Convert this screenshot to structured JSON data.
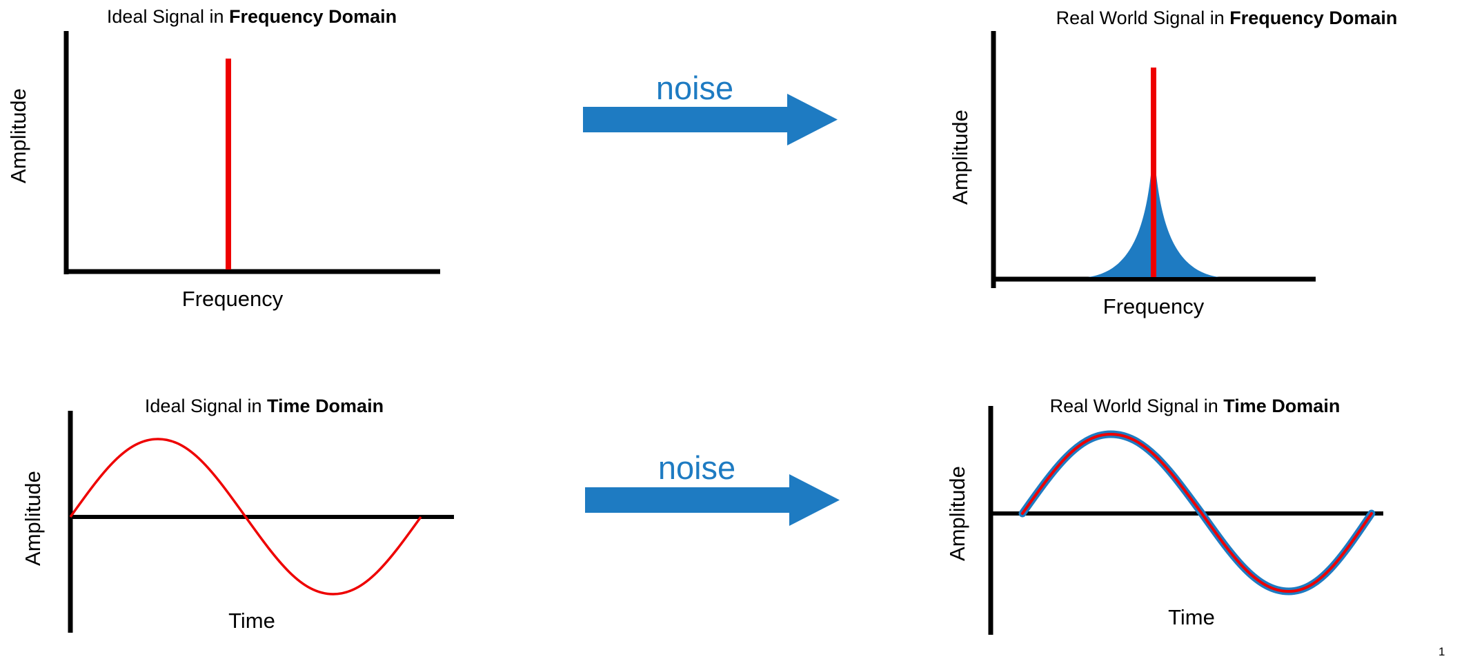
{
  "slide": {
    "page_number": "1",
    "colors": {
      "signal_red": "#EE0000",
      "noise_blue": "#1E7BC2",
      "axis_black": "#000000",
      "background": "#FFFFFF"
    }
  },
  "panels": {
    "ideal_frequency": {
      "title_prefix": "Ideal Signal in ",
      "title_bold": "Frequency Domain",
      "y_axis_label": "Amplitude",
      "x_axis_label": "Frequency"
    },
    "real_frequency": {
      "title_prefix": "Real World Signal in ",
      "title_bold": "Frequency Domain",
      "y_axis_label": "Amplitude",
      "x_axis_label": "Frequency"
    },
    "ideal_time": {
      "title_prefix": "Ideal Signal in ",
      "title_bold": "Time Domain",
      "y_axis_label": "Amplitude",
      "x_axis_label": "Time"
    },
    "real_time": {
      "title_prefix": "Real World Signal in ",
      "title_bold": "Time Domain",
      "y_axis_label": "Amplitude",
      "x_axis_label": "Time"
    }
  },
  "arrows": {
    "top": {
      "label": "noise"
    },
    "bottom": {
      "label": "noise"
    }
  }
}
